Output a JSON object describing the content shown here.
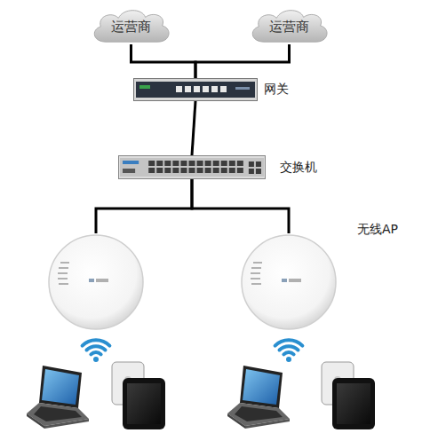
{
  "diagram": {
    "nodes": [
      {
        "text": [
          "运营商"
        ]
      },
      {
        "text": [
          "运营商"
        ]
      },
      {
        "text": [
          "网关"
        ]
      },
      {
        "text": [
          "交换机"
        ]
      },
      {
        "text": []
      },
      {
        "text": []
      }
    ],
    "edges": [
      {
        "from": 0,
        "to": 2,
        "arrow": "none"
      },
      {
        "from": 1,
        "to": 2,
        "arrow": "none"
      },
      {
        "from": 2,
        "to": 3,
        "arrow": "none"
      },
      {
        "from": 3,
        "to": 4,
        "arrow": "none"
      },
      {
        "from": 3,
        "to": 5,
        "arrow": "none"
      }
    ],
    "labels": [
      "无线AP"
    ]
  }
}
